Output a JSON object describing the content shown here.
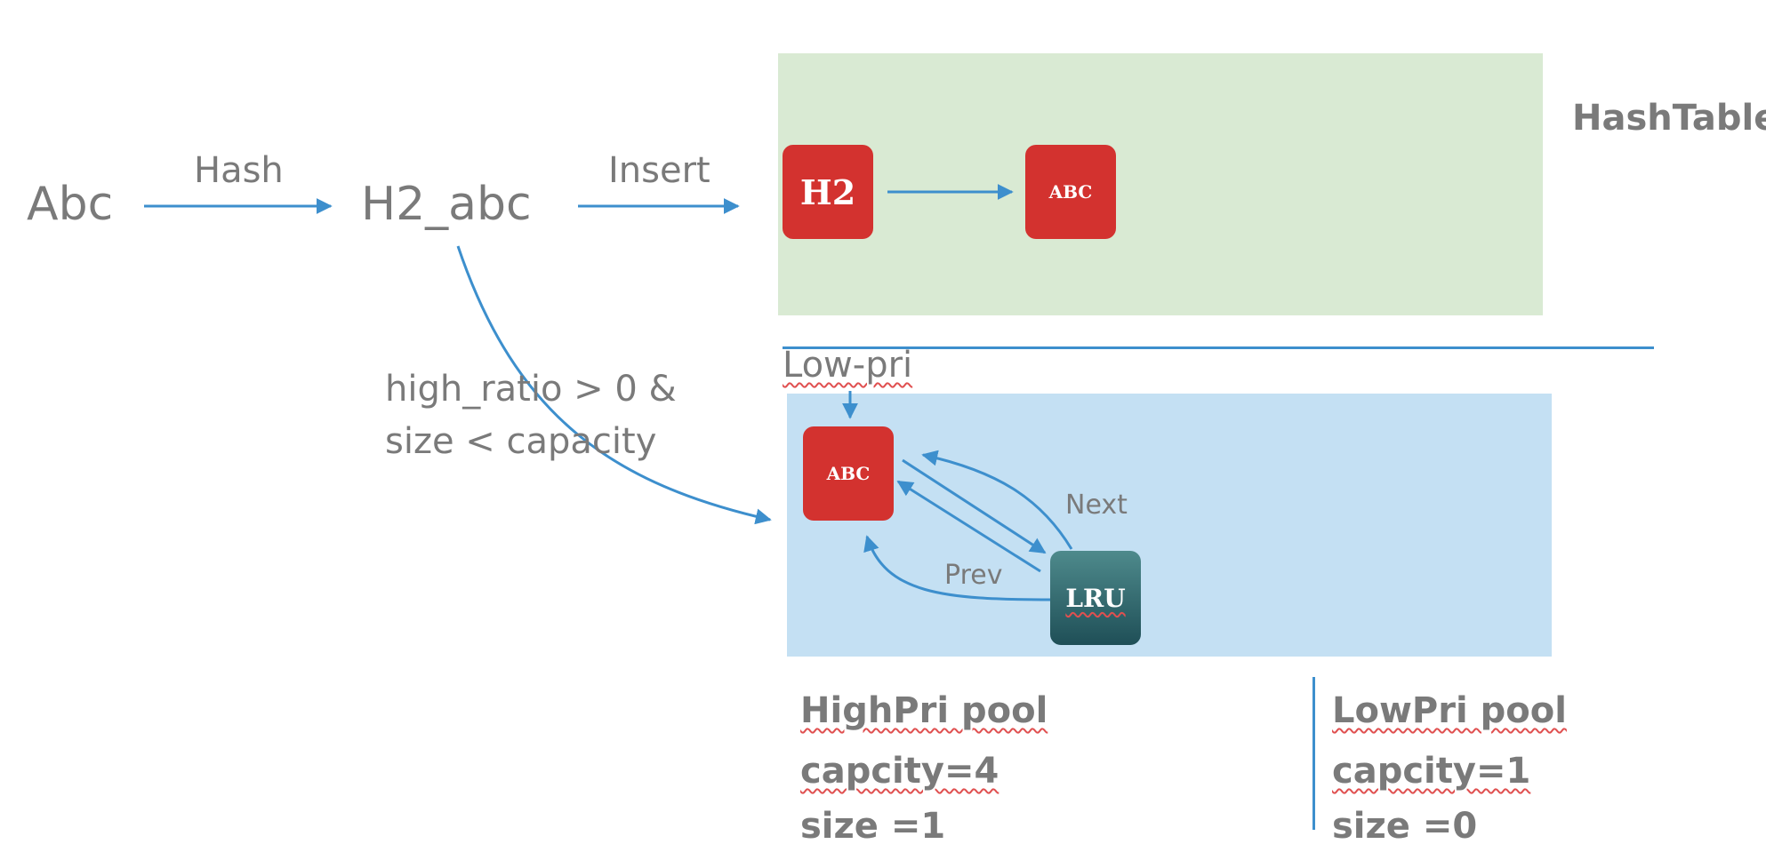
{
  "flow": {
    "source_label": "Abc",
    "hash_label": "Hash",
    "hashed_label": "H2_abc",
    "insert_label": "Insert",
    "condition_line1": "high_ratio > 0 &",
    "condition_line2": "size < capacity"
  },
  "hashtable": {
    "title": "HashTable",
    "bucket_label": "H2",
    "entry_label": "ABC"
  },
  "lru": {
    "low_pri_label": "Low-pri",
    "entry_label": "ABC",
    "head_label": "LRU",
    "next_label": "Next",
    "prev_label": "Prev"
  },
  "pools": {
    "high": {
      "name": "HighPri pool",
      "capacity": "capcity=4",
      "size": "size =1"
    },
    "low": {
      "name": "LowPri pool",
      "capacity": "capcity=1",
      "size": "size =0"
    }
  },
  "colors": {
    "accent_blue": "#3d8fcd",
    "node_red": "#d3322f",
    "hashtable_bg": "#d9ead3",
    "lru_bg": "#c4e0f3",
    "text_gray": "#7a7a7a"
  }
}
